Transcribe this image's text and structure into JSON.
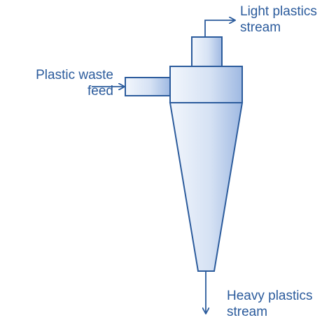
{
  "labels": {
    "light_stream": [
      "Light plastics",
      "stream"
    ],
    "feed": [
      "Plastic waste",
      "feed"
    ],
    "heavy_stream": [
      "Heavy plastics",
      "stream"
    ]
  },
  "colors": {
    "line": "#2b5b9c",
    "fill_light": "#eef3fb",
    "fill_dark": "#a9c1e6",
    "text": "#2b5b9c"
  }
}
